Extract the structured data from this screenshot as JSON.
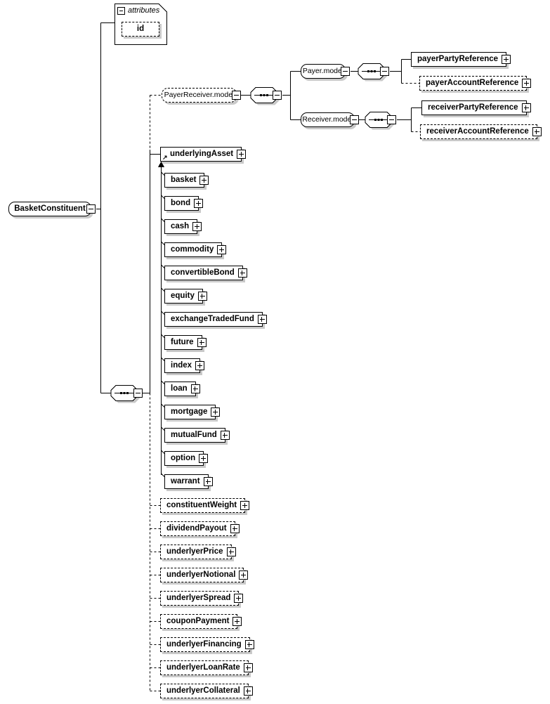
{
  "diagram": {
    "root": {
      "label": "BasketConstituent"
    },
    "attributes_box": {
      "header": "attributes",
      "items": [
        {
          "label": "id"
        }
      ]
    },
    "payer_receiver": {
      "group": {
        "label": "PayerReceiver.model"
      },
      "payer": {
        "label": "Payer.model",
        "party": {
          "label": "payerPartyReference"
        },
        "account": {
          "label": "payerAccountReference"
        }
      },
      "receiver": {
        "label": "Receiver.model",
        "party": {
          "label": "receiverPartyReference"
        },
        "account": {
          "label": "receiverAccountReference"
        }
      }
    },
    "underlyer_choice": {
      "head": {
        "label": "underlyingAsset"
      },
      "members": [
        {
          "label": "basket"
        },
        {
          "label": "bond"
        },
        {
          "label": "cash"
        },
        {
          "label": "commodity"
        },
        {
          "label": "convertibleBond"
        },
        {
          "label": "equity"
        },
        {
          "label": "exchangeTradedFund"
        },
        {
          "label": "future"
        },
        {
          "label": "index"
        },
        {
          "label": "loan"
        },
        {
          "label": "mortgage"
        },
        {
          "label": "mutualFund"
        },
        {
          "label": "option"
        },
        {
          "label": "warrant"
        }
      ]
    },
    "optional_elements": [
      {
        "label": "constituentWeight"
      },
      {
        "label": "dividendPayout"
      },
      {
        "label": "underlyerPrice"
      },
      {
        "label": "underlyerNotional"
      },
      {
        "label": "underlyerSpread"
      },
      {
        "label": "couponPayment"
      },
      {
        "label": "underlyerFinancing"
      },
      {
        "label": "underlyerLoanRate"
      },
      {
        "label": "underlyerCollateral"
      }
    ],
    "icons": {
      "substitution_arrow": "↗",
      "expand": "+",
      "collapse": "−",
      "sequence": "•••"
    },
    "colors": {
      "line": "#000000",
      "text": "#000000",
      "box_fill": "#ffffff",
      "shadow": "#c9c9c9"
    }
  }
}
